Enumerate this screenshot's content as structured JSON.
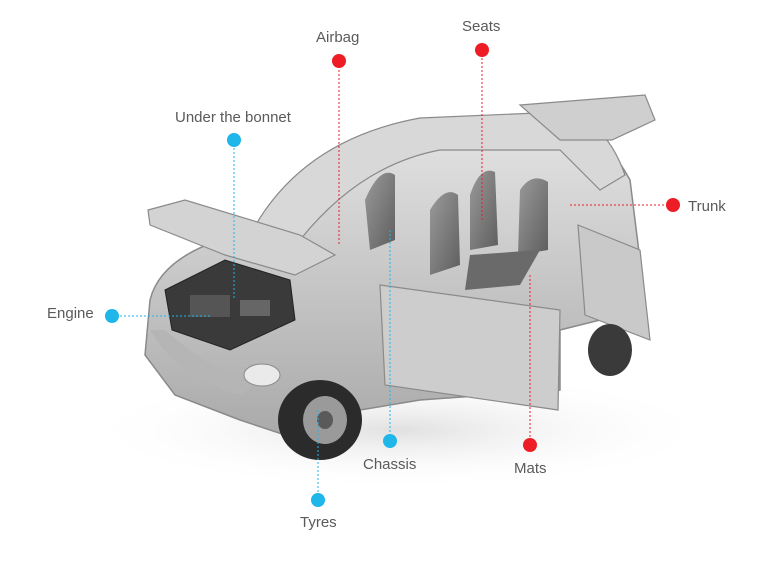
{
  "colors": {
    "red_marker": "#ee1c25",
    "blue_marker": "#1fb6ea",
    "label_text": "#5a5a5a",
    "car_body": "#c8c8c8"
  },
  "image": {
    "subject": "car-cutaway-icon"
  },
  "callouts": {
    "airbag": {
      "label": "Airbag",
      "color": "red"
    },
    "seats": {
      "label": "Seats",
      "color": "red"
    },
    "under_bonnet": {
      "label": "Under the bonnet",
      "color": "blue"
    },
    "trunk": {
      "label": "Trunk",
      "color": "red"
    },
    "engine": {
      "label": "Engine",
      "color": "blue"
    },
    "chassis": {
      "label": "Chassis",
      "color": "blue"
    },
    "mats": {
      "label": "Mats",
      "color": "red"
    },
    "tyres": {
      "label": "Tyres",
      "color": "blue"
    }
  }
}
